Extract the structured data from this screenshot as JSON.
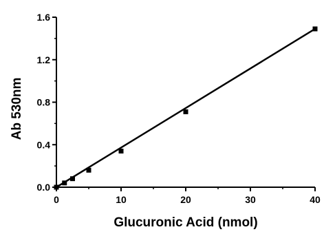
{
  "chart_data": {
    "type": "scatter",
    "title": "",
    "xlabel": "Glucuronic Acid (nmol)",
    "ylabel": "Ab 530nm",
    "xlim": [
      0,
      40
    ],
    "ylim": [
      0,
      1.6
    ],
    "x_ticks": [
      0,
      10,
      20,
      30,
      40
    ],
    "y_ticks": [
      0.0,
      0.4,
      0.8,
      1.2,
      1.6
    ],
    "x_tick_labels": [
      "0",
      "10",
      "20",
      "30",
      "40"
    ],
    "y_tick_labels": [
      "0.0",
      "0.4",
      "0.8",
      "1.2",
      "1.6"
    ],
    "grid": false,
    "legend": "none",
    "series": [
      {
        "marker": "square",
        "color": "#000000",
        "x": [
          0,
          1.25,
          2.5,
          5,
          10,
          20,
          40
        ],
        "y": [
          0.0,
          0.04,
          0.08,
          0.16,
          0.34,
          0.71,
          1.49
        ]
      }
    ],
    "fit_line": {
      "color": "#000000",
      "x": [
        0,
        40
      ],
      "y": [
        0.0,
        1.49
      ]
    }
  }
}
